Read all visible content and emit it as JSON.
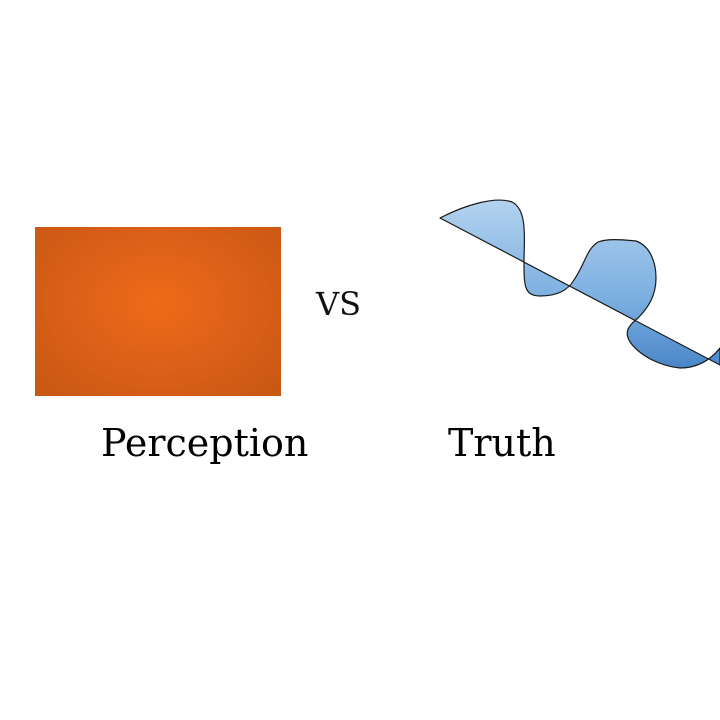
{
  "slide": {
    "vs_text": "VS",
    "left_caption": "Perception",
    "right_caption": "Truth"
  },
  "colors": {
    "perception_fill": "#e0621a",
    "truth_fill_light": "#a9cbec",
    "truth_fill_dark": "#4a86c8",
    "outline": "#1a1a1a",
    "text": "#000000",
    "background": "#ffffff"
  }
}
